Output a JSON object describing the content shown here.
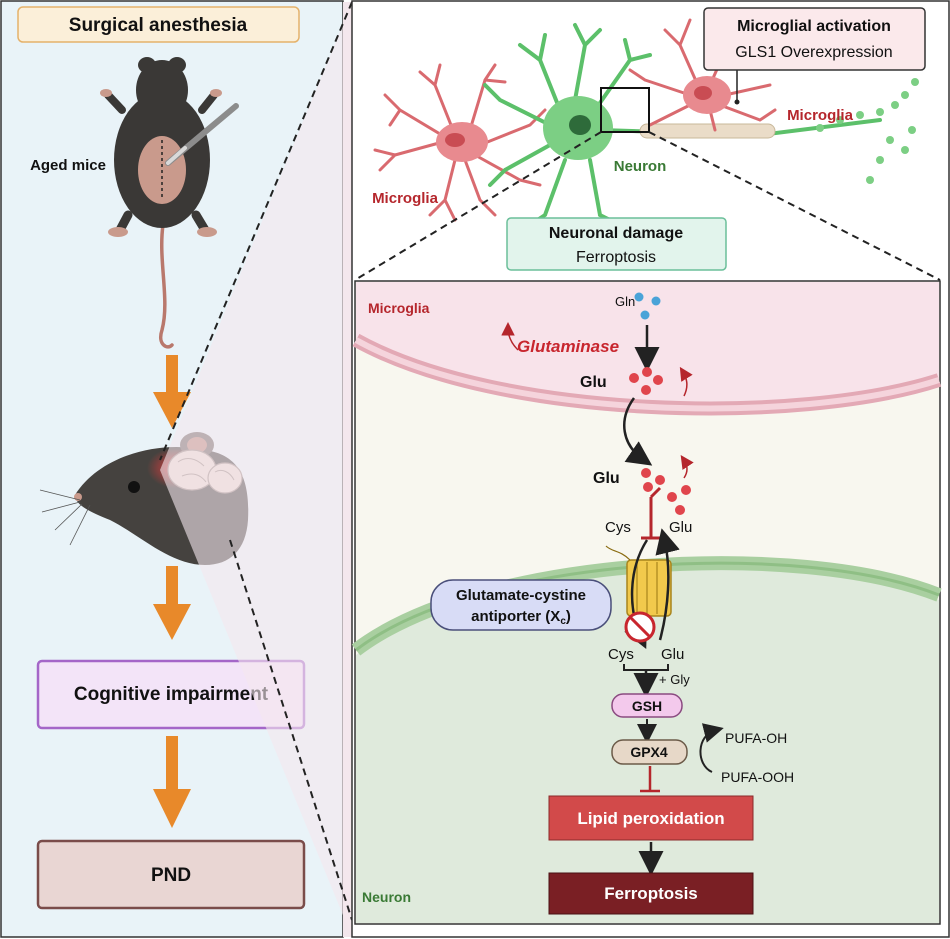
{
  "left_panel": {
    "title": "Surgical anesthesia",
    "mouse_label": "Aged mice",
    "cognitive_label": "Cognitive impairment",
    "outcome_label": "PND"
  },
  "top_panel": {
    "activation_title": "Microglial activation",
    "activation_sub": "GLS1 Overexpression",
    "microglia_left": "Microglia",
    "microglia_right": "Microglia",
    "neuron_label": "Neuron",
    "damage_title": "Neuronal damage",
    "damage_sub": "Ferroptosis"
  },
  "pathway": {
    "microglia_region": "Microglia",
    "neuron_region": "Neuron",
    "gln": "Gln",
    "glutaminase": "Glutaminase",
    "glu_microglia": "Glu",
    "glu_cleft": "Glu",
    "cys_out": "Cys",
    "glu_out": "Glu",
    "antiporter_line1": "Glutamate-cystine",
    "antiporter_line2": "antiporter (X",
    "antiporter_sub": "c",
    "antiporter_close": ")",
    "cys_in": "Cys",
    "glu_in": "Glu",
    "gly": "+ Gly",
    "gsh": "GSH",
    "gpx4": "GPX4",
    "pufa_oh": "PUFA-OH",
    "pufa_ooh": "PUFA-OOH",
    "lipid": "Lipid peroxidation",
    "ferroptosis": "Ferroptosis"
  },
  "colors": {
    "panel_left_bg": "#e9f3f8",
    "orange_arrow": "#e8892a",
    "microglia_red": "#b5262c",
    "neuron_green": "#3a7a35",
    "lipid_box": "#d24a4a",
    "ferroptosis_box": "#7a1f24",
    "purple_border": "#a466c8",
    "gsh_fill": "#f3c9ec",
    "gpx4_fill": "#e7d8c8",
    "antiporter_fill": "#d8dcf6"
  }
}
